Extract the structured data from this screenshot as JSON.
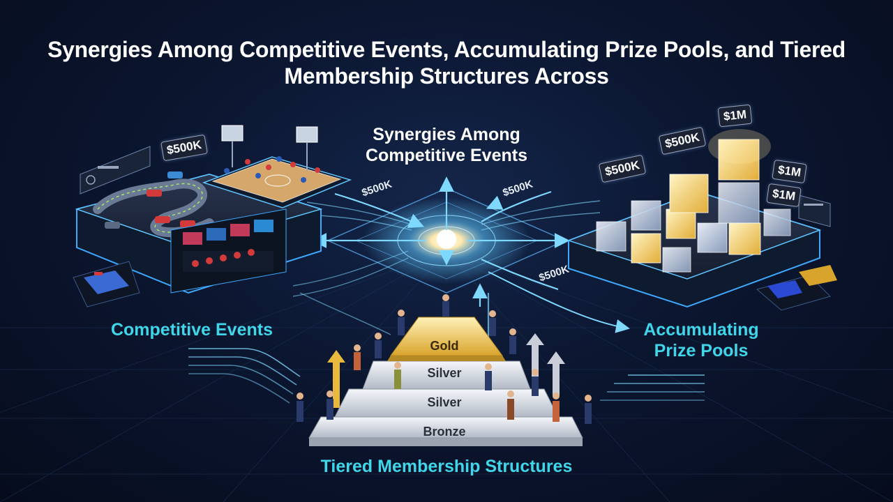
{
  "title": "Synergies Among Competitive Events, Accumulating Prize Pools, and Tiered Membership Structures Across",
  "labels": {
    "center": "Synergies Among Competitive Events",
    "events": "Competitive Events",
    "prize_pools": "Accumulating Prize Pools",
    "tiers": "Tiered Membership Structures"
  },
  "tiers": [
    "Gold",
    "Silver",
    "Silver",
    "Bronze"
  ],
  "prize_tags": {
    "left_board": "$500K",
    "arrow_left": "$500K",
    "arrow_right": "$500K",
    "arrow_lower": "$500K",
    "cube_a": "$500K",
    "cube_b": "$500K",
    "cube_top": "$1M",
    "cube_right_1": "$1M",
    "cube_right_2": "$1M"
  },
  "colors": {
    "background": "#0b1630",
    "accent_cyan": "#3fd6ea",
    "glow": "#7fd8ff",
    "gold": "#e8b93c",
    "silver": "#c9ced8",
    "bronze": "#b9bec8"
  }
}
